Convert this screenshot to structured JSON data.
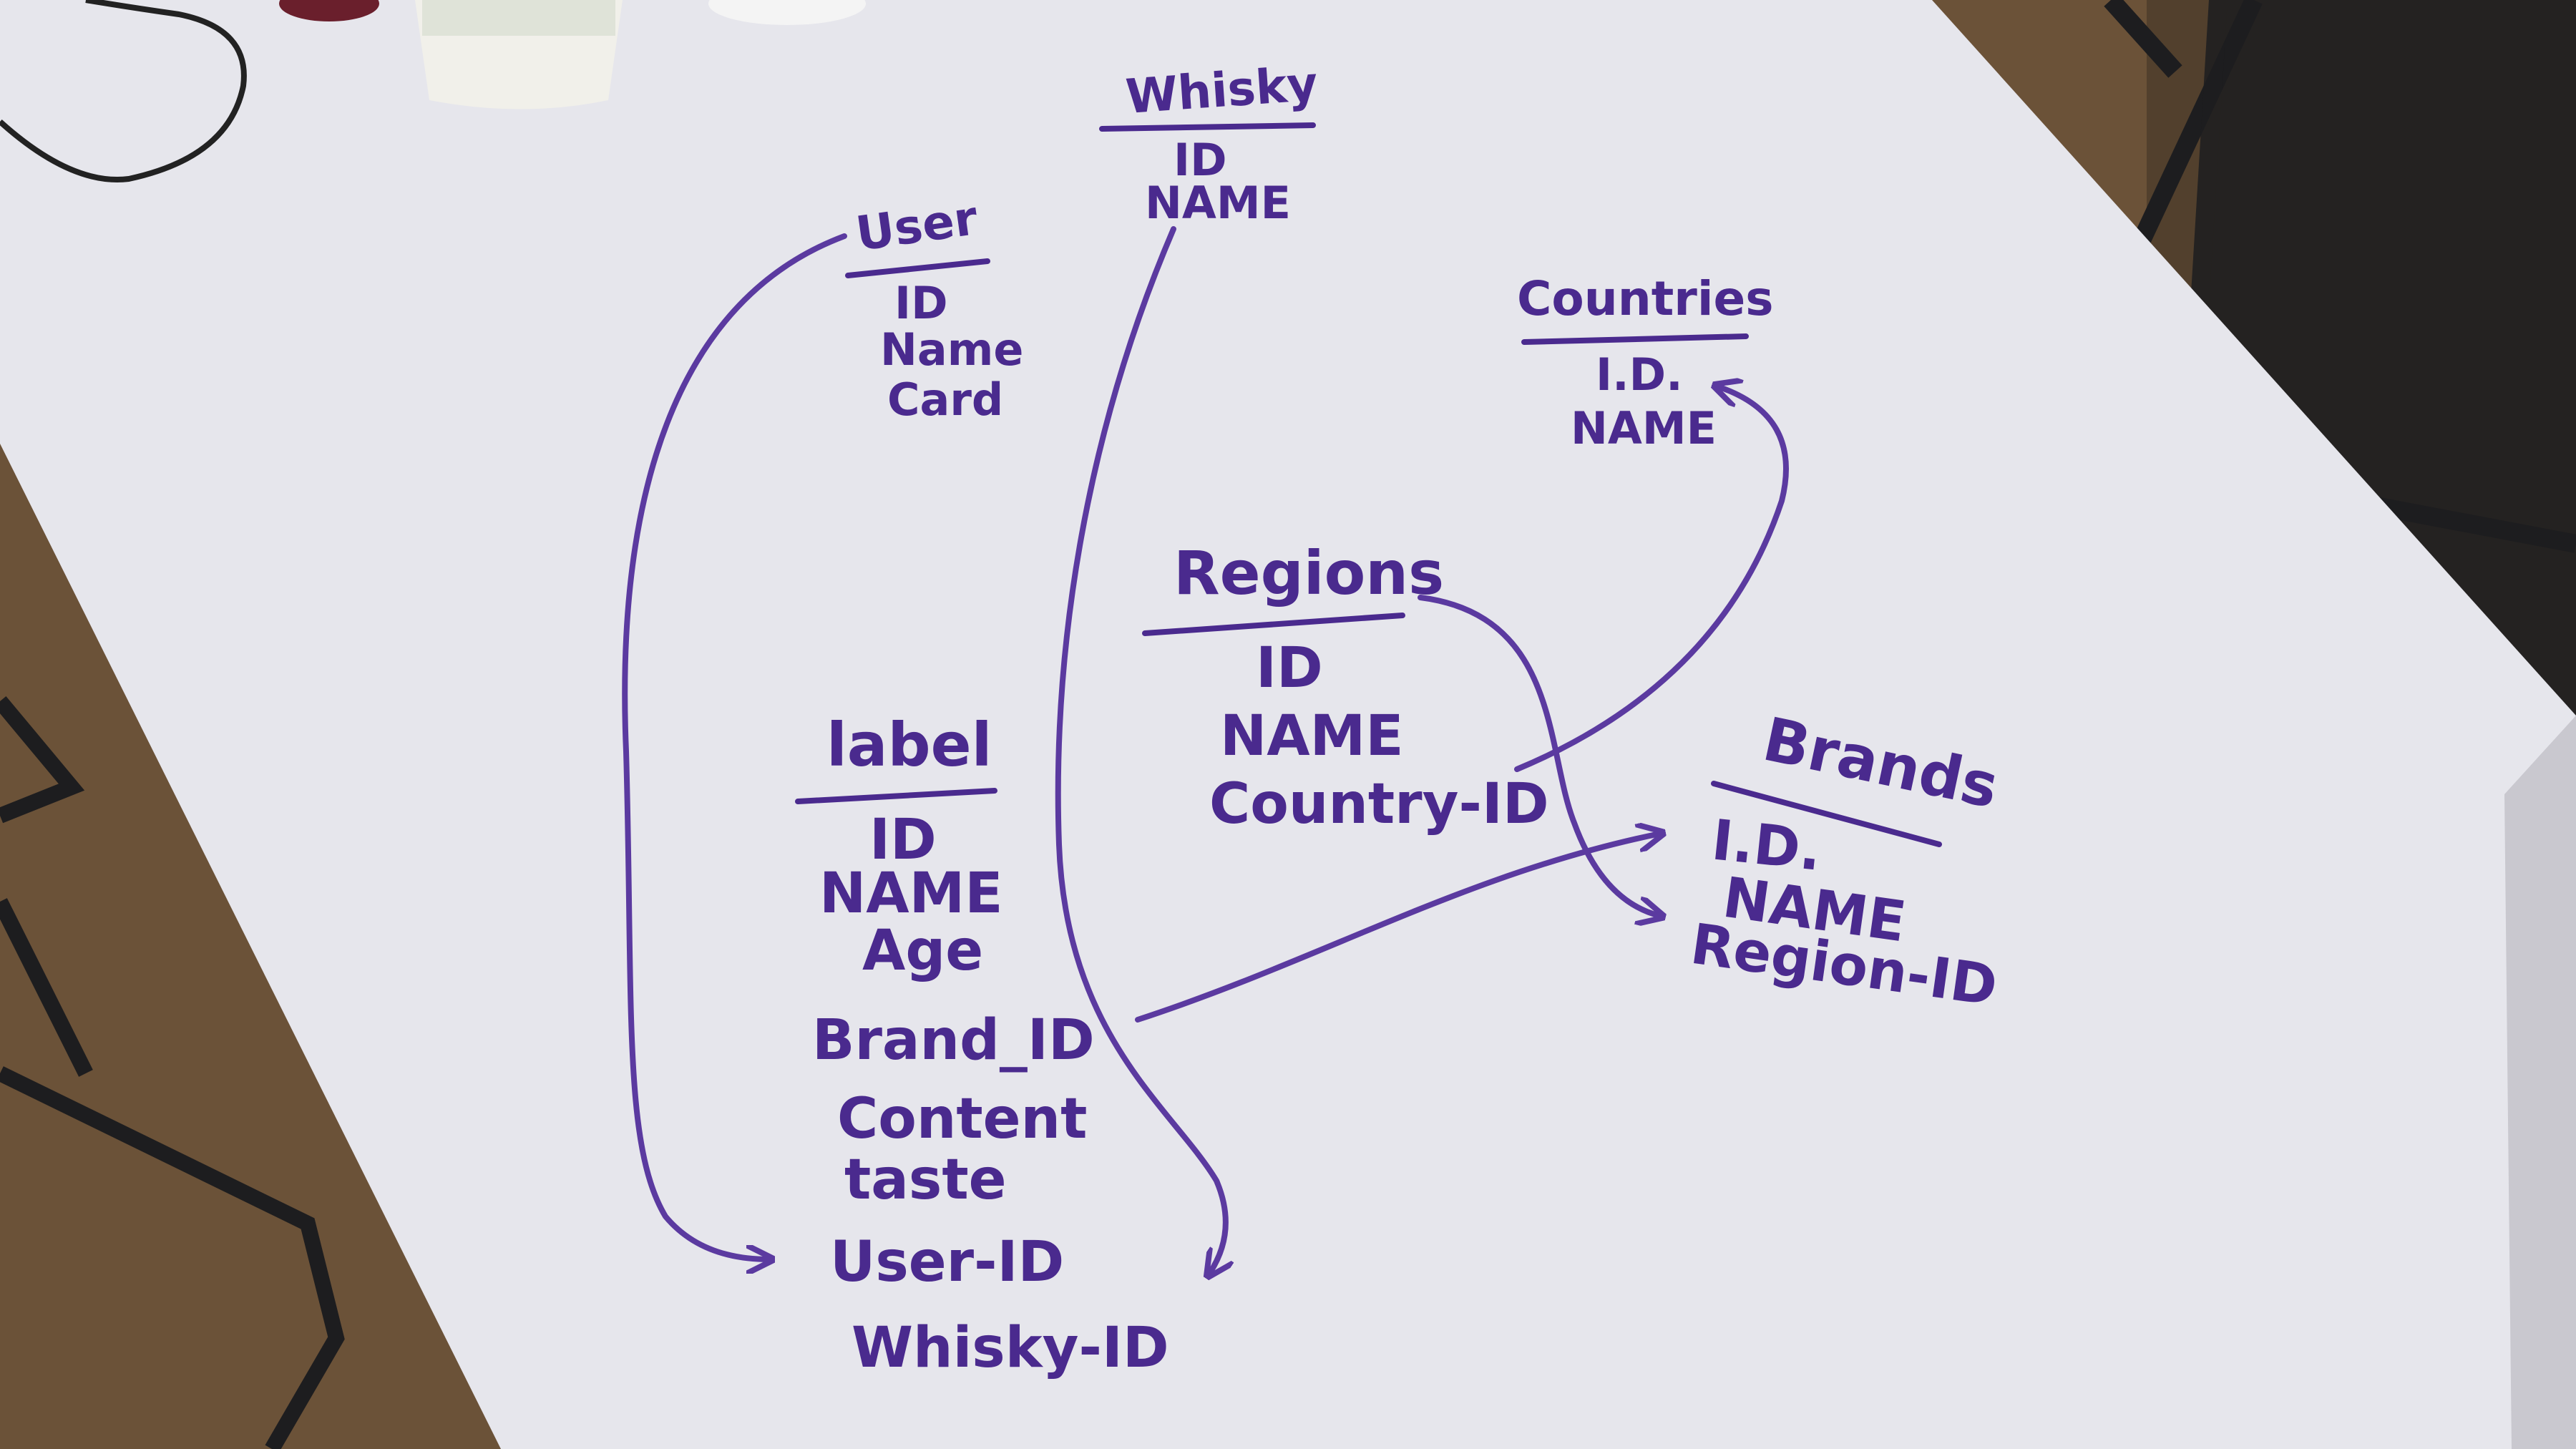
{
  "diagram": {
    "entities": {
      "whisky": {
        "title": "Whisky",
        "fields": [
          "ID",
          "NAME"
        ]
      },
      "user": {
        "title": "User",
        "fields": [
          "ID",
          "Name",
          "Card"
        ]
      },
      "countries": {
        "title": "Countries",
        "fields": [
          "I.D.",
          "NAME"
        ]
      },
      "regions": {
        "title": "Regions",
        "fields": [
          "ID",
          "NAME",
          "Country-ID"
        ]
      },
      "label": {
        "title": "label",
        "fields": [
          "ID",
          "NAME",
          "Age",
          "Brand_ID",
          "Content",
          "taste",
          "User-ID",
          "Whisky-ID"
        ]
      },
      "brands": {
        "title": "Brands",
        "fields": [
          "I.D.",
          "NAME",
          "Region-ID"
        ]
      }
    },
    "colors": {
      "marker": "#4a2a8e",
      "board": "#e6e6ec",
      "floor": "#6b5238",
      "chair": "#1d1d1f"
    }
  }
}
